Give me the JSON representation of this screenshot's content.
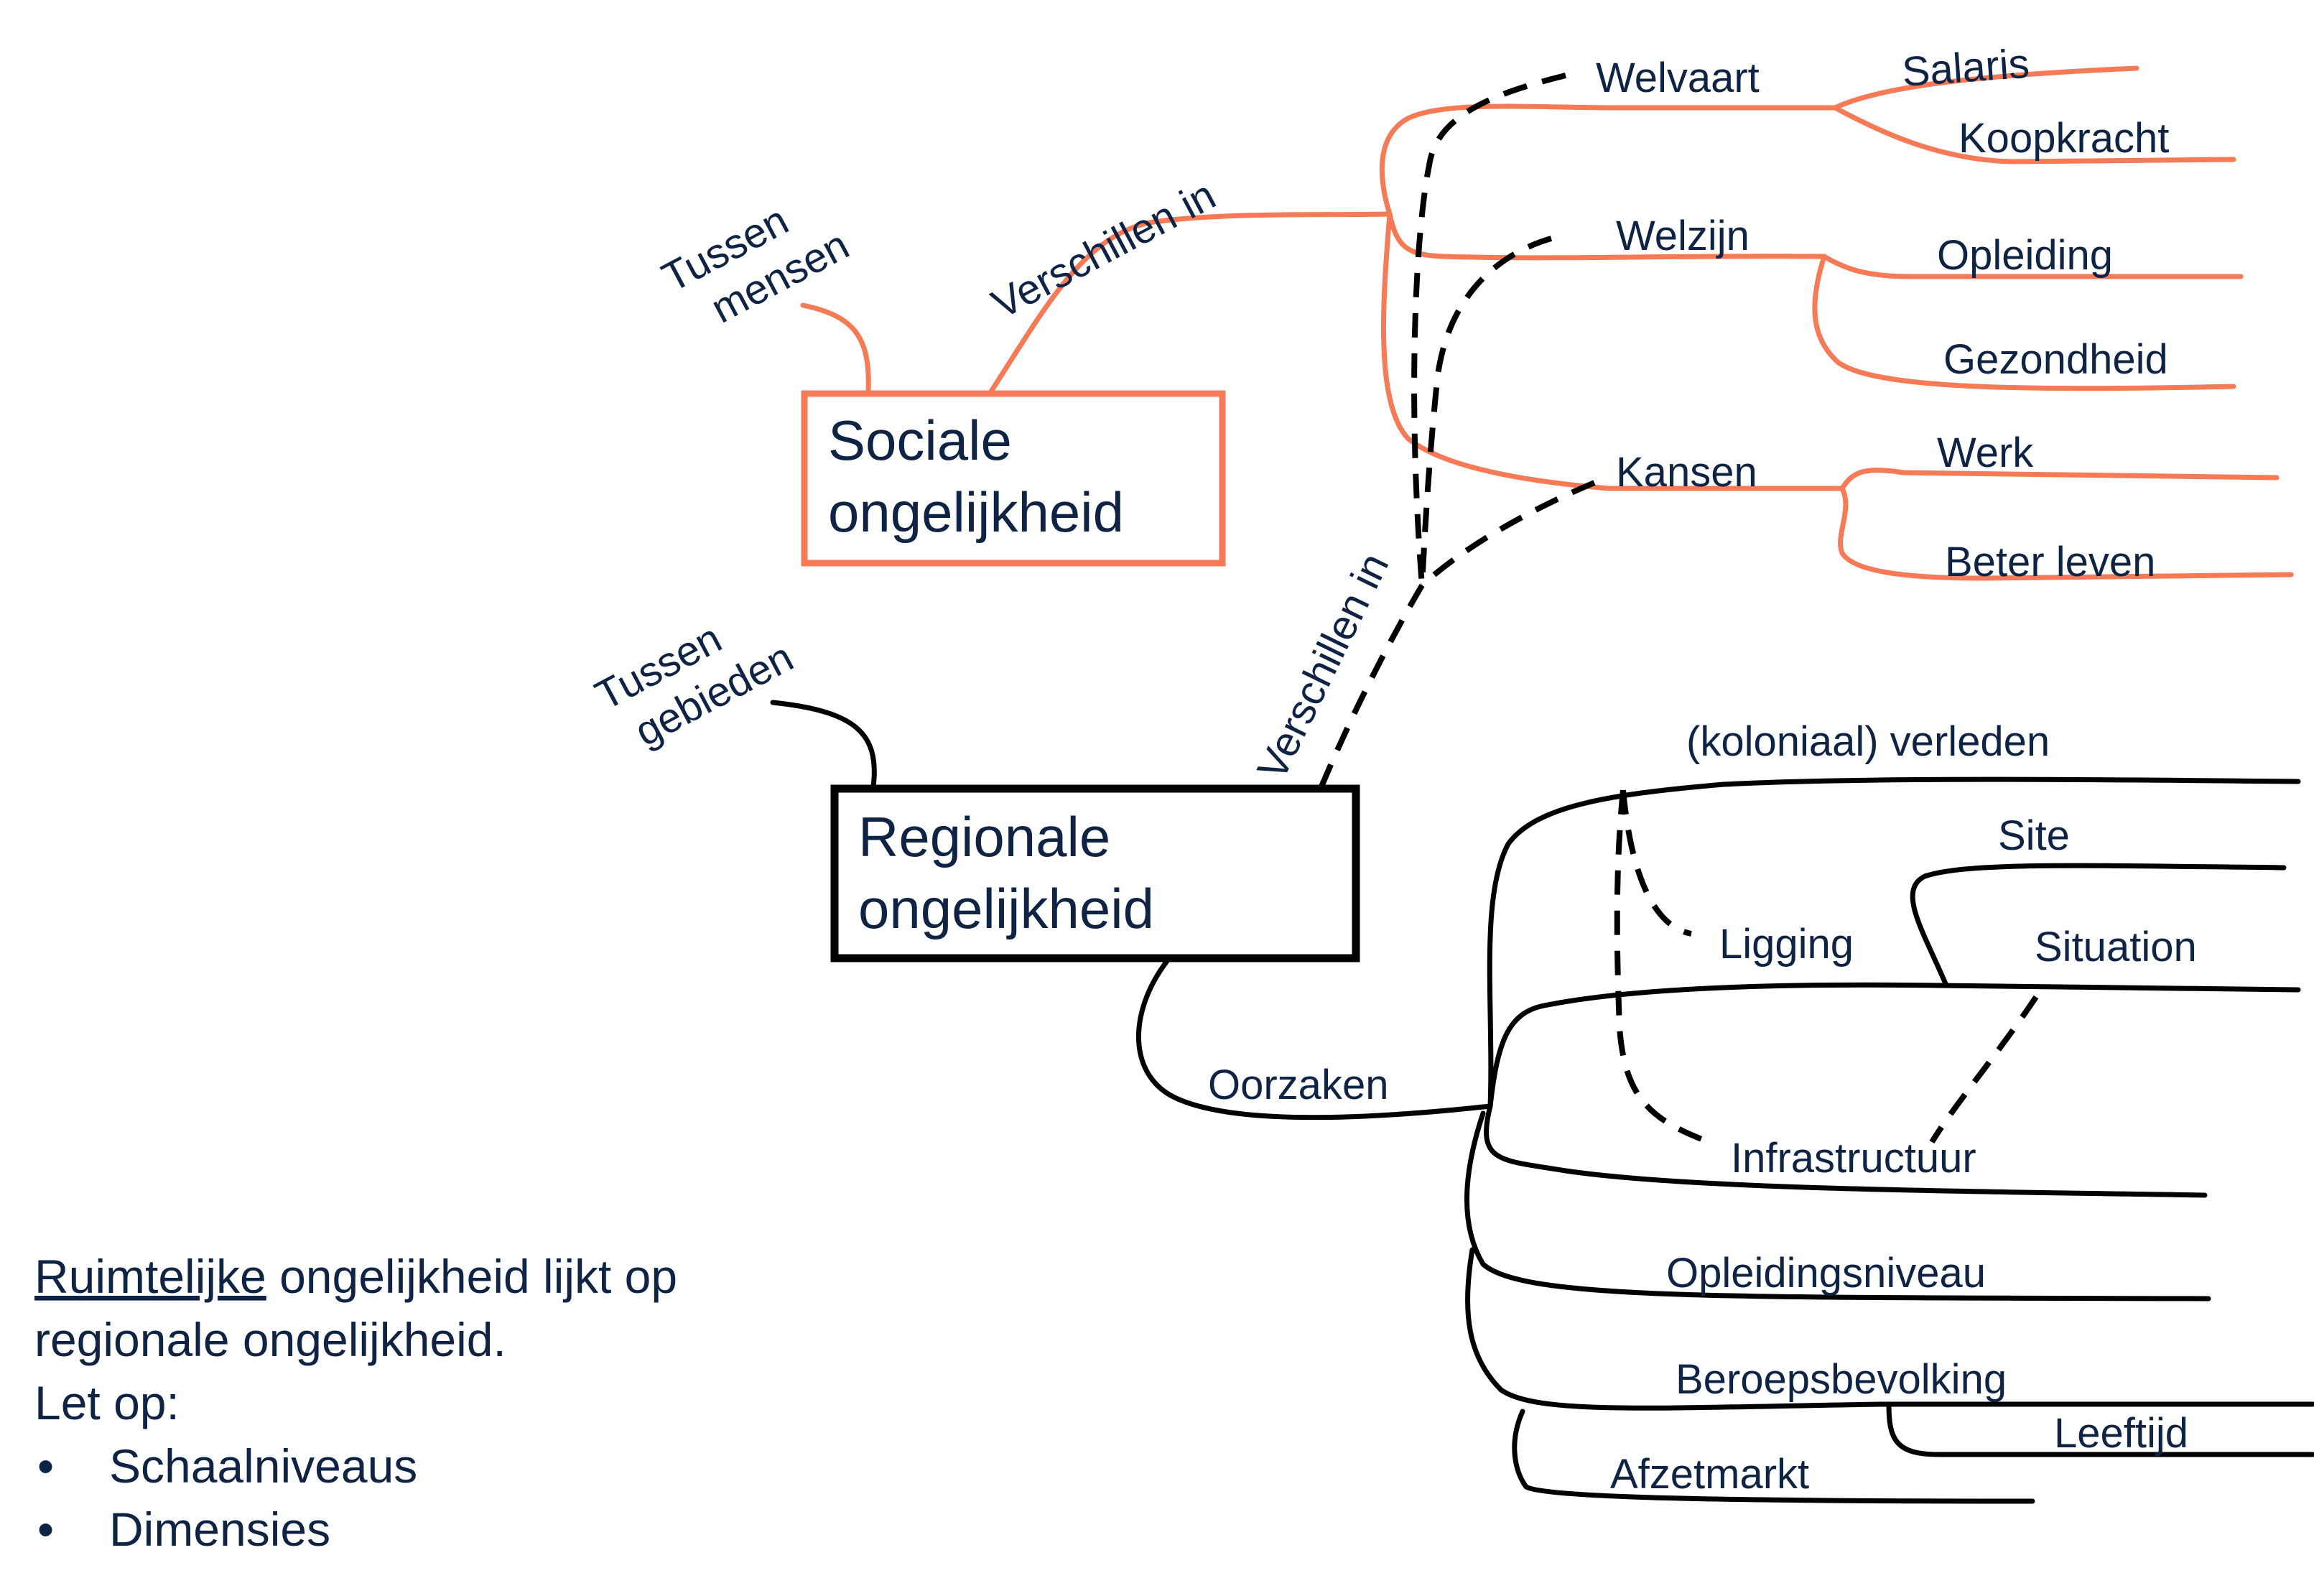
{
  "colors": {
    "social_accent": "#f57a55",
    "regional_accent": "#000000",
    "label_text": "#0f2345",
    "note_text": "#c0000f"
  },
  "social": {
    "title_line1": "Sociale",
    "title_line2": "ongelijkheid",
    "between_line1": "Tussen",
    "between_line2": "mensen",
    "differences": "Verschillen in",
    "branches": [
      {
        "label": "Welvaart",
        "children": [
          "Salaris",
          "Koopkracht"
        ]
      },
      {
        "label": "Welzijn",
        "children": [
          "Opleiding",
          "Gezondheid"
        ]
      },
      {
        "label": "Kansen",
        "children": [
          "Werk",
          "Beter leven"
        ]
      }
    ]
  },
  "regional": {
    "title_line1": "Regionale",
    "title_line2": "ongelijkheid",
    "between_line1": "Tussen",
    "between_line2": "gebieden",
    "differences": "Verschillen in",
    "causes_label": "Oorzaken",
    "causes": {
      "past": "(koloniaal) verleden",
      "location": "Ligging",
      "site": "Site",
      "situation": "Situation",
      "infrastructure": "Infrastructuur",
      "education_level": "Opleidingsniveau",
      "workforce": "Beroepsbevolking",
      "age": "Leeftijd",
      "market": "Afzetmarkt"
    }
  },
  "note": {
    "underlined": "Ruimtelijke",
    "line1_rest": " ongelijkheid lijkt op",
    "line2": "regionale ongelijkheid.",
    "line3": "Let op:",
    "bullet_char": "•",
    "bullets": [
      "Schaalniveaus",
      "Dimensies"
    ]
  }
}
